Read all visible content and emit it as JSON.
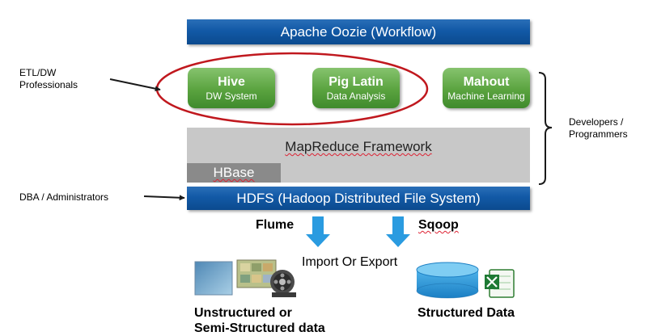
{
  "top_bar": {
    "label": "Apache Oozie (Workflow)"
  },
  "tools": [
    {
      "title": "Hive",
      "subtitle": "DW System"
    },
    {
      "title": "Pig Latin",
      "subtitle": "Data Analysis"
    },
    {
      "title": "Mahout",
      "subtitle": "Machine Learning"
    }
  ],
  "mapreduce": {
    "label": "MapReduce Framework"
  },
  "hbase": {
    "label": "HBase"
  },
  "hdfs": {
    "label": "HDFS (Hadoop Distributed File System)"
  },
  "roles": {
    "etl": {
      "line1": "ETL/DW",
      "line2": "Professionals"
    },
    "developers": {
      "line1": "Developers /",
      "line2": "Programmers"
    },
    "dba": {
      "label": "DBA / Administrators"
    }
  },
  "ingest": {
    "flume": "Flume",
    "sqoop": "Sqoop",
    "import_export": "Import Or Export"
  },
  "sources": {
    "unstructured": {
      "line1": "Unstructured or",
      "line2": "Semi-Structured data"
    },
    "structured": {
      "label": "Structured Data"
    }
  },
  "colors": {
    "blue_bar": "#1259a6",
    "green_box": "#5aa33f",
    "arrow_blue": "#2a9be0",
    "ellipse_red": "#c0181e",
    "mapreduce_gray": "#c8c8c8",
    "hbase_gray": "#8a8a8a"
  }
}
